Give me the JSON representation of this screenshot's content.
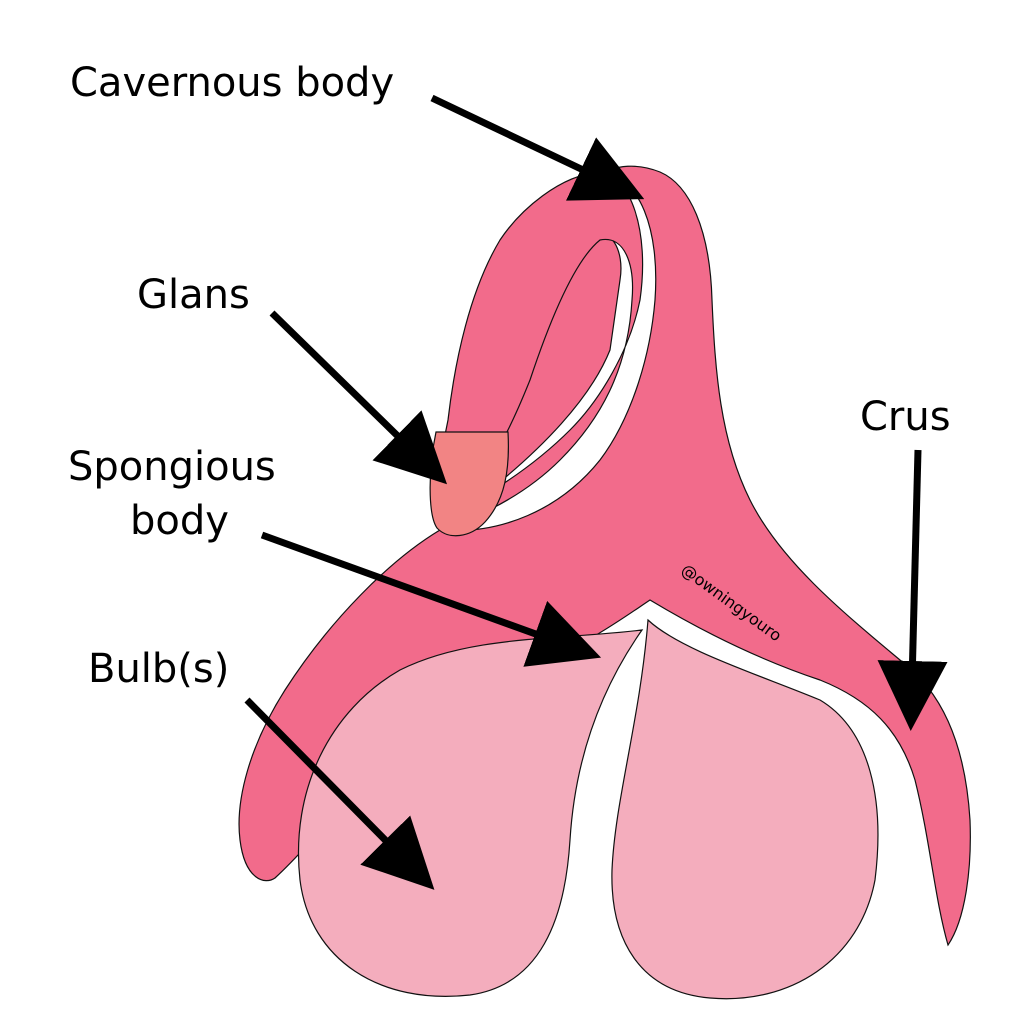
{
  "labels": {
    "cavernous_body": "Cavernous body",
    "glans": "Glans",
    "spongious_body_line1": "Spongious",
    "spongious_body_line2": "body",
    "bulbs": "Bulb(s)",
    "crus": "Crus"
  },
  "watermark": "@owningyouro",
  "colors": {
    "cavernous": "#f26b8b",
    "glans": "#f28484",
    "bulb": "#f4adbd",
    "background": "#ffffff",
    "text": "#000000"
  }
}
